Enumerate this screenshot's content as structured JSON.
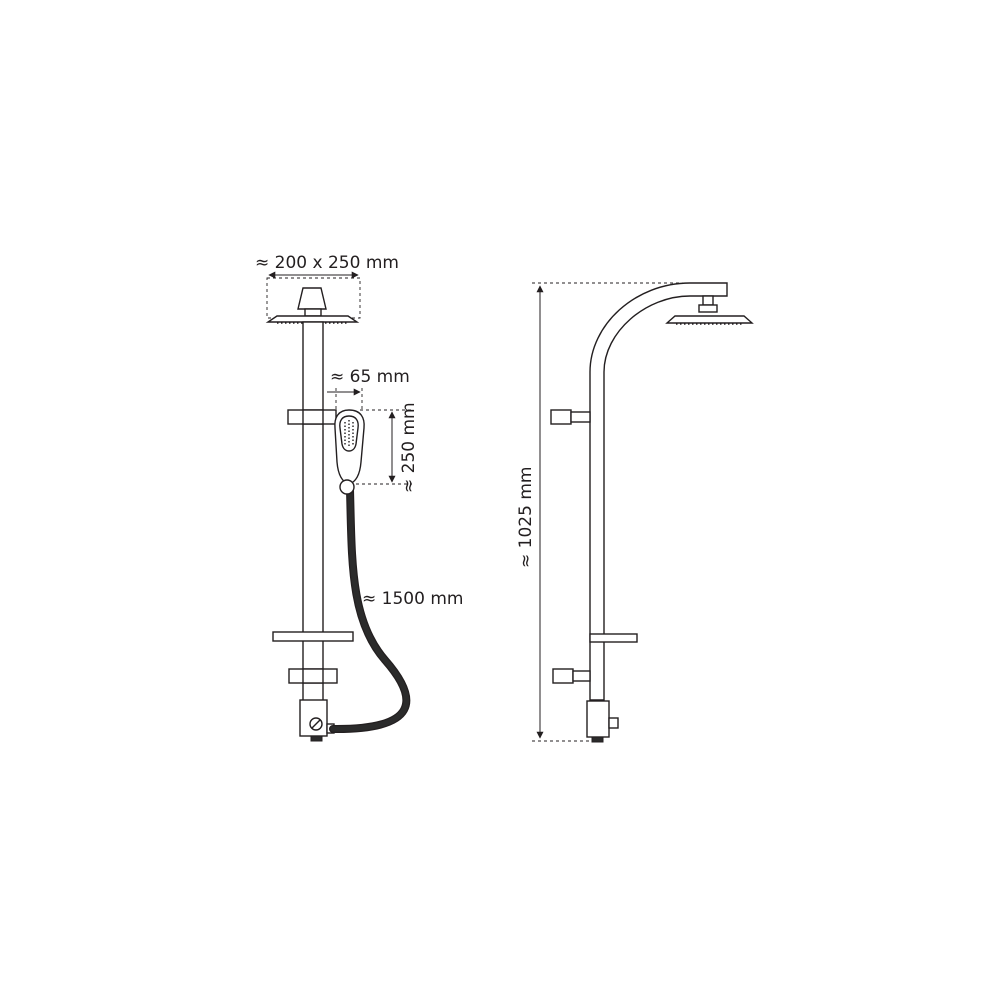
{
  "labels": {
    "head_size": "≈ 200 x 250 mm",
    "hand_width": "≈ 65 mm",
    "hand_height": "≈ 250 mm",
    "hose_length": "≈ 1500 mm",
    "total_height": "≈ 1025 mm"
  },
  "colors": {
    "line": "#231f20",
    "hose": "#2b2b2b",
    "background": "#ffffff"
  }
}
